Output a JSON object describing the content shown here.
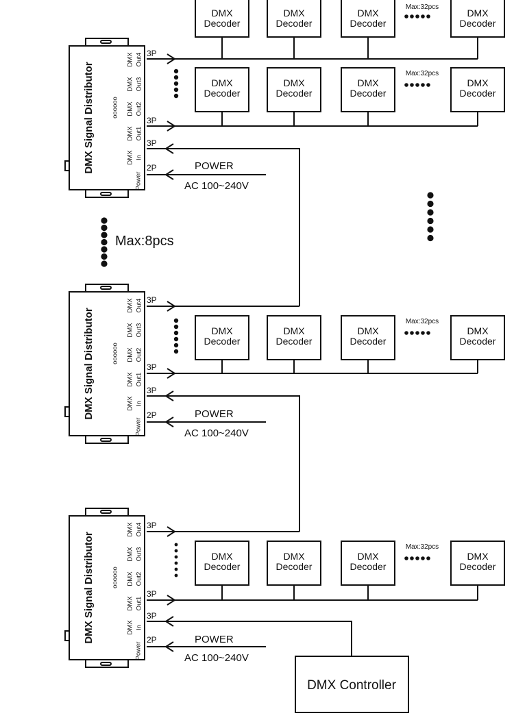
{
  "distributor": {
    "title": "DMX Signal Distributor",
    "port_rows": [
      [
        "DMX",
        "Out4"
      ],
      [
        "DMX",
        "Out3"
      ],
      [
        "DMX",
        "Out2"
      ],
      [
        "DMX",
        "Out1"
      ],
      [
        "DMX",
        "In"
      ],
      [
        "Power",
        ""
      ]
    ],
    "leds": "oooooo"
  },
  "connectors": {
    "three_pin": "3P",
    "two_pin": "2P"
  },
  "power": {
    "label": "POWER",
    "voltage": "AC 100~240V"
  },
  "decoder": {
    "line1": "DMX",
    "line2": "Decoder"
  },
  "max_decoders": "Max:32pcs",
  "max_distributors": "Max:8pcs",
  "controller": {
    "label": "DMX Controller"
  }
}
